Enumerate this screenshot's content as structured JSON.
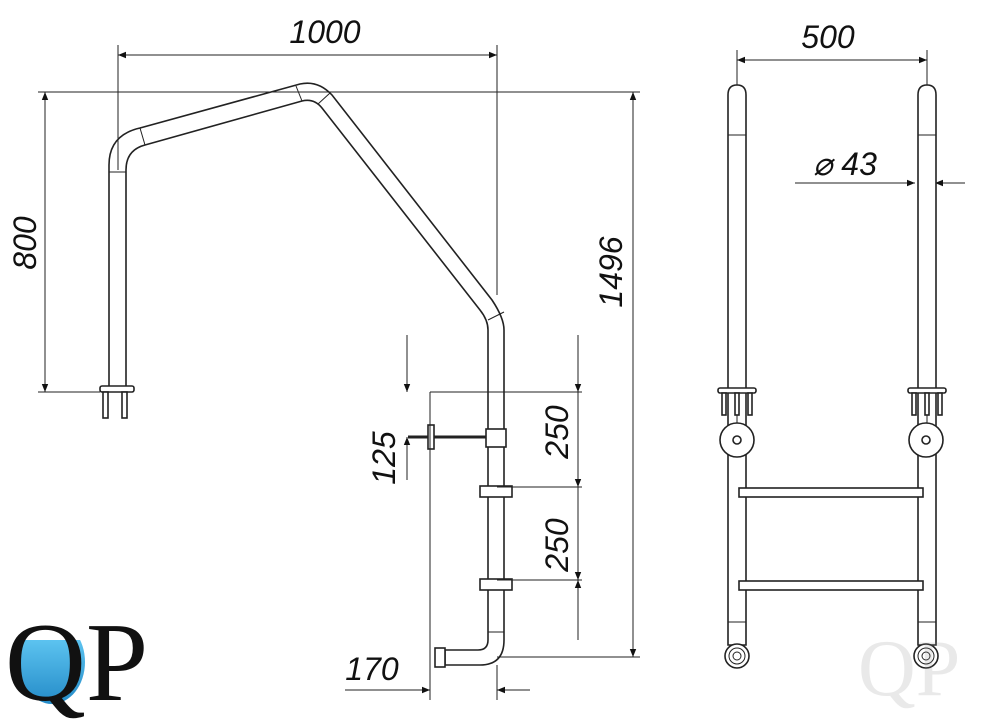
{
  "drawing": {
    "title": "Pool ladder technical drawing",
    "dimensions": {
      "width_top": "1000",
      "height_handrail": "800",
      "total_height": "1496",
      "anchor_offset": "125",
      "step_spacing_1": "250",
      "step_spacing_2": "250",
      "bottom_offset": "170",
      "ladder_width": "500",
      "tube_diameter": "⌀ 43"
    }
  },
  "logo": {
    "text": "QP",
    "water_color": "#2a9fd8",
    "watermark_text": "QP"
  }
}
